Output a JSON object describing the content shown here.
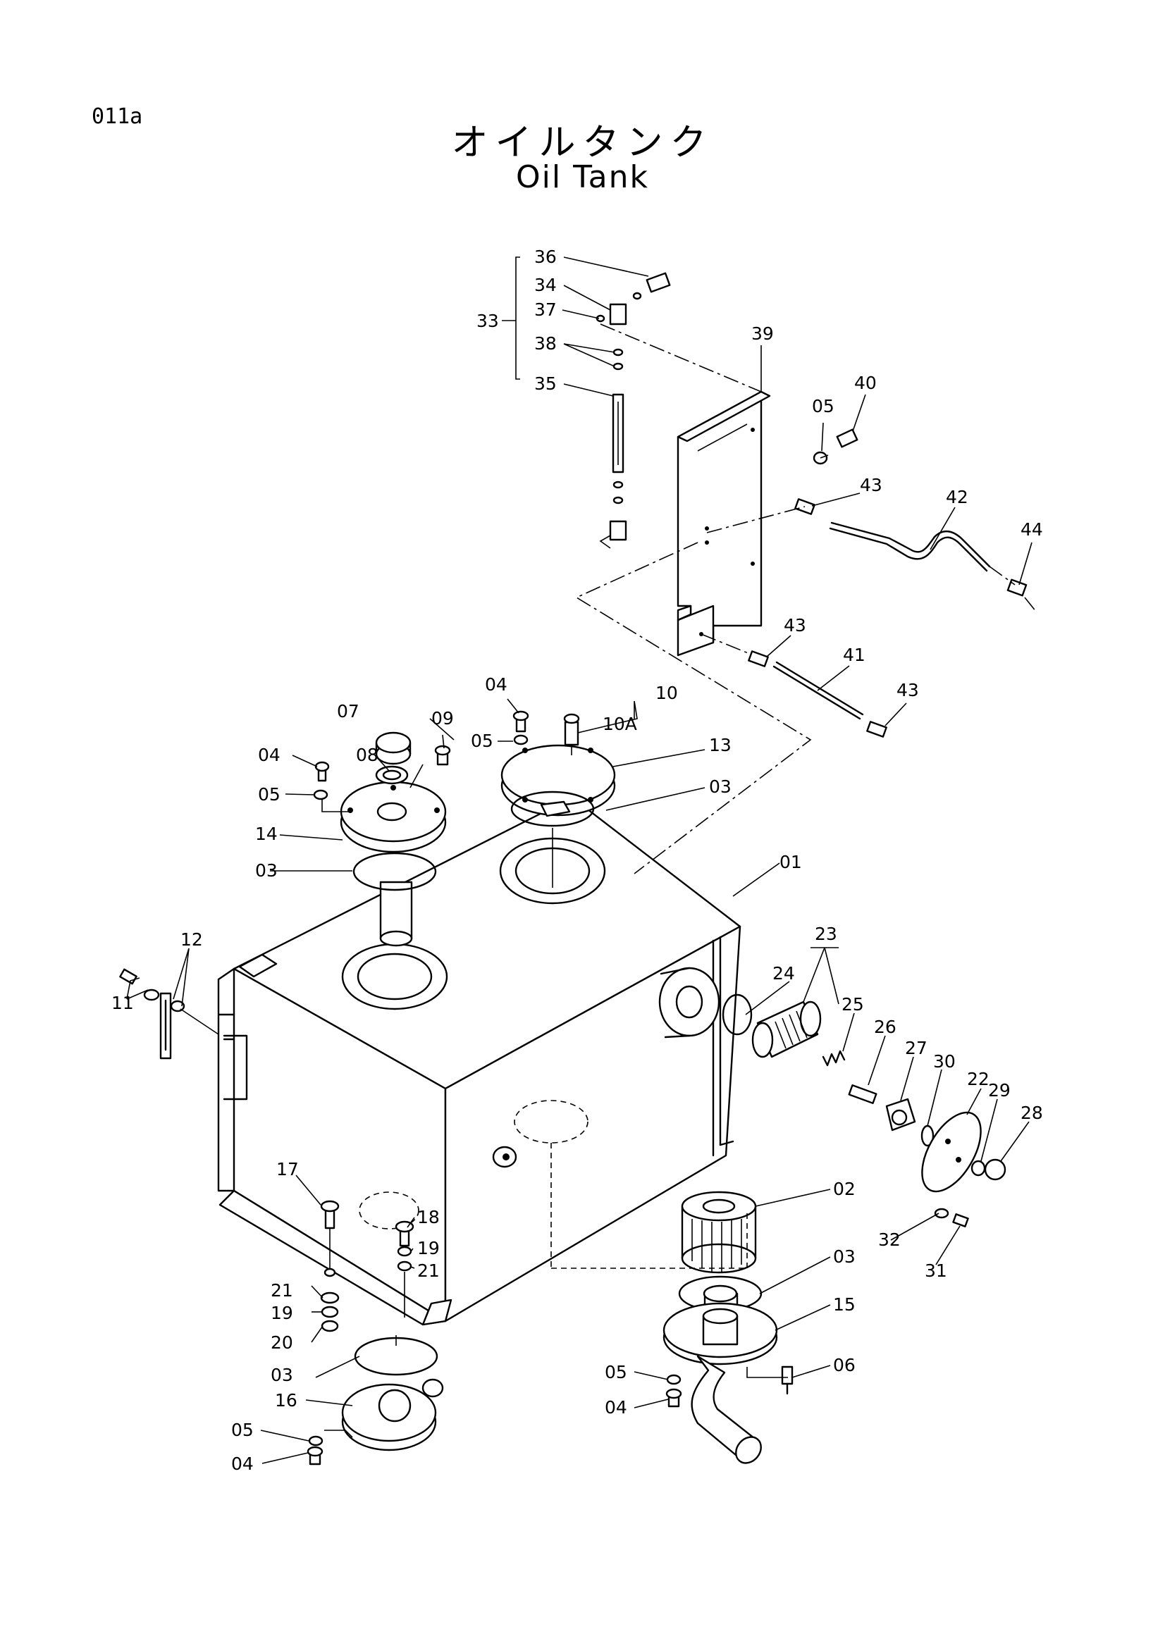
{
  "header": {
    "page_code": "011a",
    "title_jp": "オイルタンク",
    "title_en": "Oil Tank"
  },
  "part_labels": {
    "p01": "01",
    "p02": "02",
    "p03a": "03",
    "p03b": "03",
    "p03c": "03",
    "p03d": "03",
    "p04a": "04",
    "p04b": "04",
    "p04c": "04",
    "p04d": "04",
    "p05a": "05",
    "p05b": "05",
    "p05c": "05",
    "p05d": "05",
    "p05e": "05",
    "p06": "06",
    "p07": "07",
    "p08": "08",
    "p09": "09",
    "p10": "10",
    "p10a": "10A",
    "p11": "11",
    "p12": "12",
    "p13": "13",
    "p14": "14",
    "p15": "15",
    "p16": "16",
    "p17": "17",
    "p18": "18",
    "p19a": "19",
    "p19b": "19",
    "p20": "20",
    "p21a": "21",
    "p21b": "21",
    "p22": "22",
    "p23": "23",
    "p24": "24",
    "p25": "25",
    "p26": "26",
    "p27": "27",
    "p28": "28",
    "p29": "29",
    "p30": "30",
    "p31": "31",
    "p32": "32",
    "p33": "33",
    "p34": "34",
    "p35": "35",
    "p36": "36",
    "p37": "37",
    "p38": "38",
    "p39": "39",
    "p40": "40",
    "p41": "41",
    "p42": "42",
    "p43a": "43",
    "p43b": "43",
    "p43c": "43",
    "p44": "44"
  }
}
